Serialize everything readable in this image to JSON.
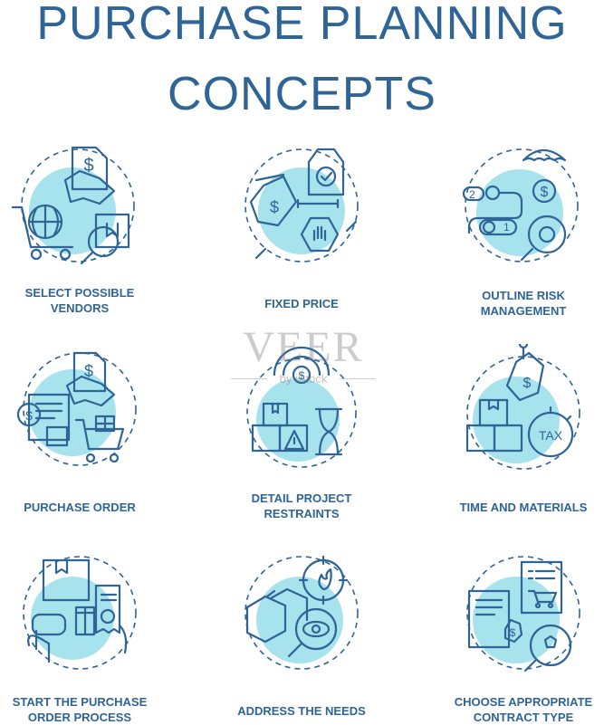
{
  "title": {
    "line1": "PURCHASE PLANNING",
    "line2": "CONCEPTS"
  },
  "colors": {
    "primary": "#2f6497",
    "accent_fill": "#a6e3ec",
    "background": "#ffffff"
  },
  "watermark": {
    "text": "VEER",
    "sub": "by iStock"
  },
  "items": [
    {
      "icon": "vendors-icon",
      "lines": [
        "SELECT POSSIBLE",
        "VENDORS"
      ]
    },
    {
      "icon": "price-tag-icon",
      "lines": [
        "FIXED PRICE"
      ]
    },
    {
      "icon": "risk-umbrella-icon",
      "lines": [
        "OUTLINE RISK",
        "MANAGEMENT"
      ]
    },
    {
      "icon": "purchase-order-icon",
      "lines": [
        "PURCHASE ORDER"
      ]
    },
    {
      "icon": "project-restraints-icon",
      "lines": [
        "DETAIL PROJECT",
        "RESTRAINTS"
      ]
    },
    {
      "icon": "tax-boxes-icon",
      "lines": [
        "TIME AND MATERIALS"
      ]
    },
    {
      "icon": "order-process-icon",
      "lines": [
        "START THE PURCHASE",
        "ORDER PROCESS"
      ]
    },
    {
      "icon": "needs-target-icon",
      "lines": [
        "ADDRESS THE NEEDS"
      ]
    },
    {
      "icon": "contract-icon",
      "lines": [
        "CHOOSE APPROPRIATE",
        "CONTRACT TYPE"
      ]
    }
  ]
}
